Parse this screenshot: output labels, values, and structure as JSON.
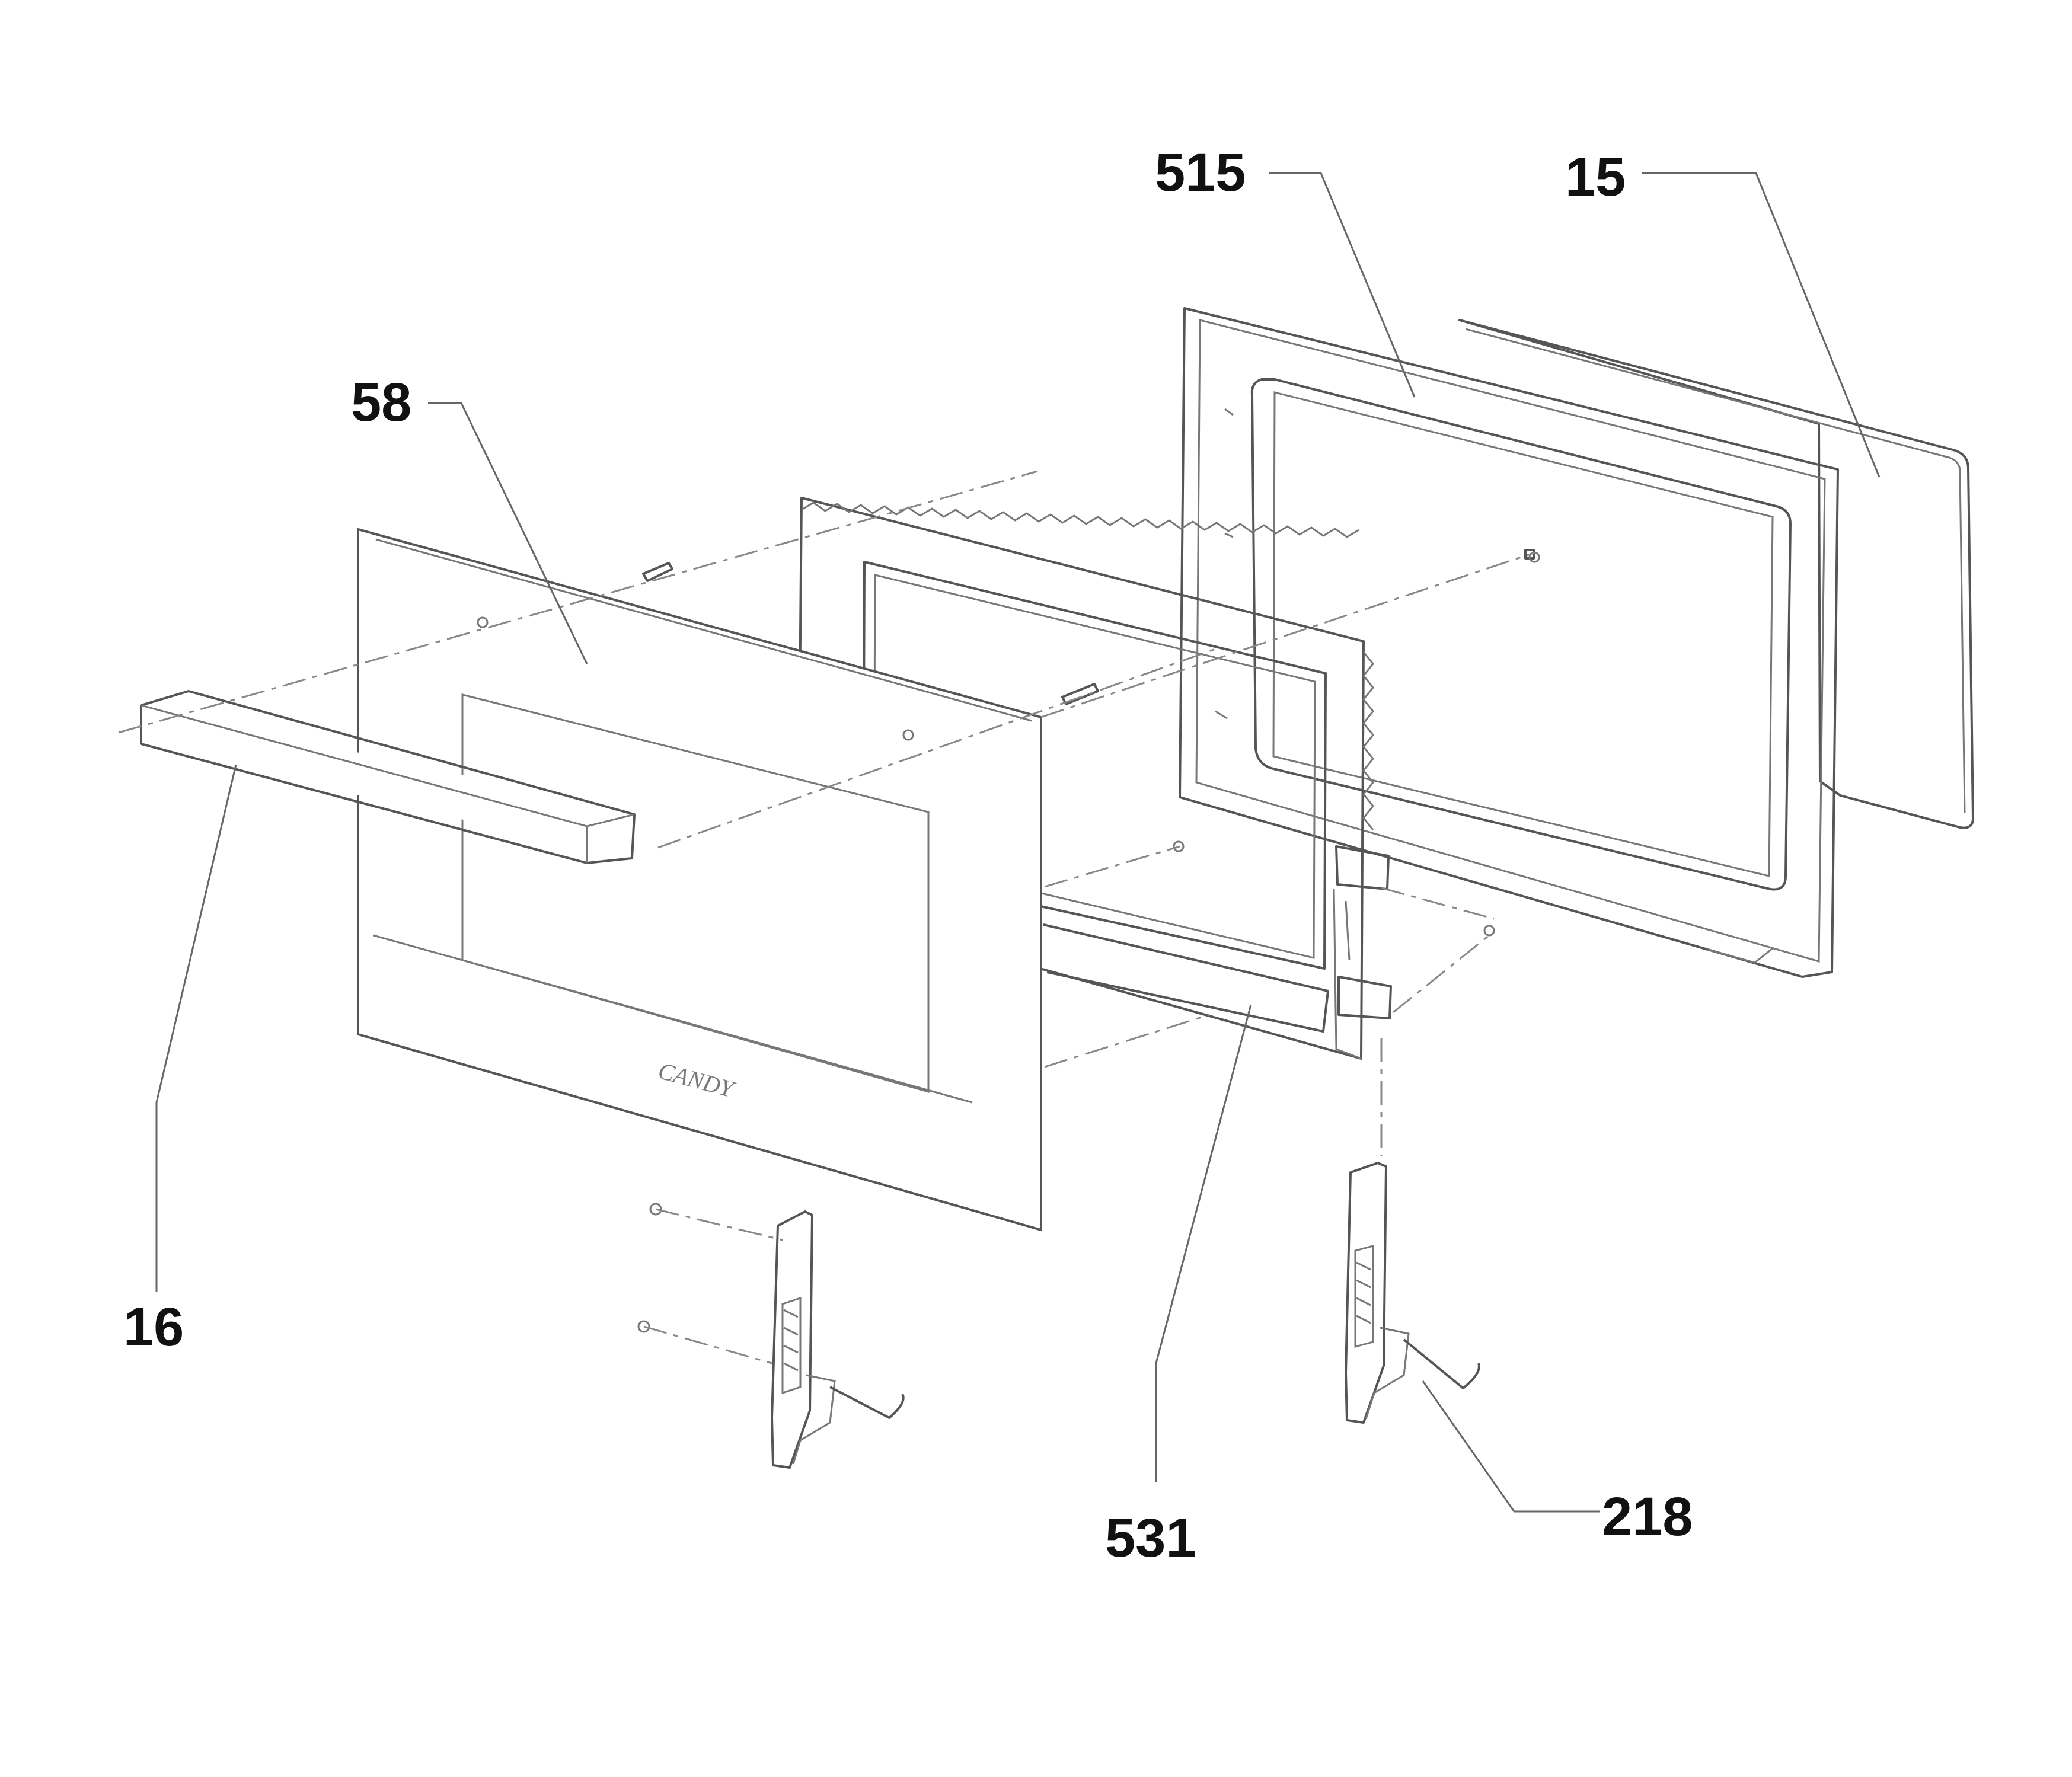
{
  "labels": {
    "part_515": "515",
    "part_15": "15",
    "part_58": "58",
    "part_16": "16",
    "part_531": "531",
    "part_218": "218"
  },
  "logo_text": "CANDY"
}
